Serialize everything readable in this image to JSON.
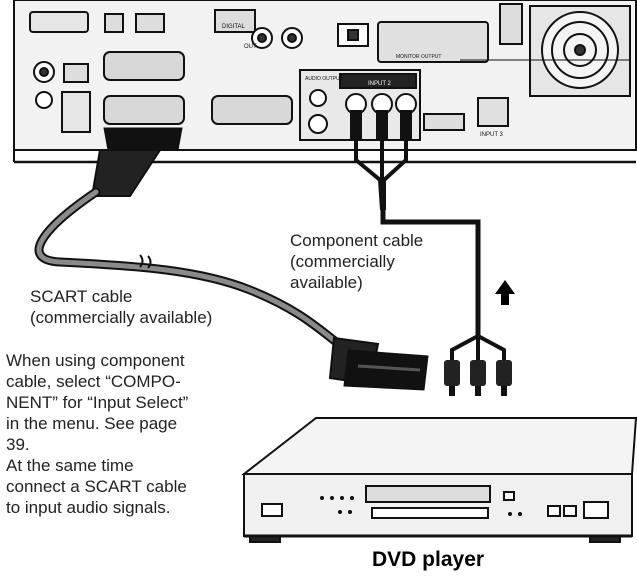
{
  "labels": {
    "component_cable": [
      "Component cable",
      "(commercially",
      "available)"
    ],
    "scart_cable": [
      "SCART cable",
      "(commercially available)"
    ],
    "note": [
      "When using component",
      "cable, select “COMPO-",
      "NENT” for “Input Select”",
      "in the menu. See page",
      "39.",
      "At the same time",
      "connect a SCART cable",
      "to input audio signals."
    ],
    "dvd_player": "DVD player"
  },
  "panel_labels": {
    "digital": "DIGITAL",
    "out": "OUT",
    "input2": "INPUT 2",
    "monitor_output": "MONITOR OUTPUT",
    "input3": "INPUT 3",
    "audio_output": "AUDIO OUTPUT"
  },
  "colors": {
    "line": "#111111",
    "panel_fill": "#f2f2f2",
    "panel_dark": "#d0d0d0",
    "cable_gray": "#7a7a7a"
  }
}
